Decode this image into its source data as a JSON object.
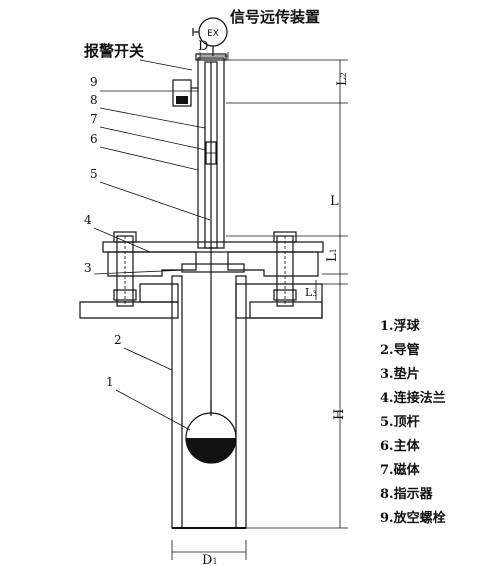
{
  "labels": {
    "transmitter": "信号远传装置",
    "alarm_switch": "报警开关",
    "ex_mark": "EX",
    "dim_D": "D",
    "dim_D1": "D",
    "dim_D1_sub": "1",
    "dim_L": "L",
    "dim_L1": "L",
    "dim_L1_sub": "1",
    "dim_L2": "L",
    "dim_L2_sub": "2",
    "dim_L3": "L",
    "dim_L3_sub": "3",
    "dim_H": "H"
  },
  "callouts": [
    "1",
    "2",
    "3",
    "4",
    "5",
    "6",
    "7",
    "8",
    "9"
  ],
  "legend": [
    "1.浮球",
    "2.导管",
    "3.垫片",
    "4.连接法兰",
    "5.顶杆",
    "6.主体",
    "7.磁体",
    "8.指示器",
    "9.放空螺栓"
  ],
  "colors": {
    "line": "#111111",
    "background": "#ffffff"
  }
}
